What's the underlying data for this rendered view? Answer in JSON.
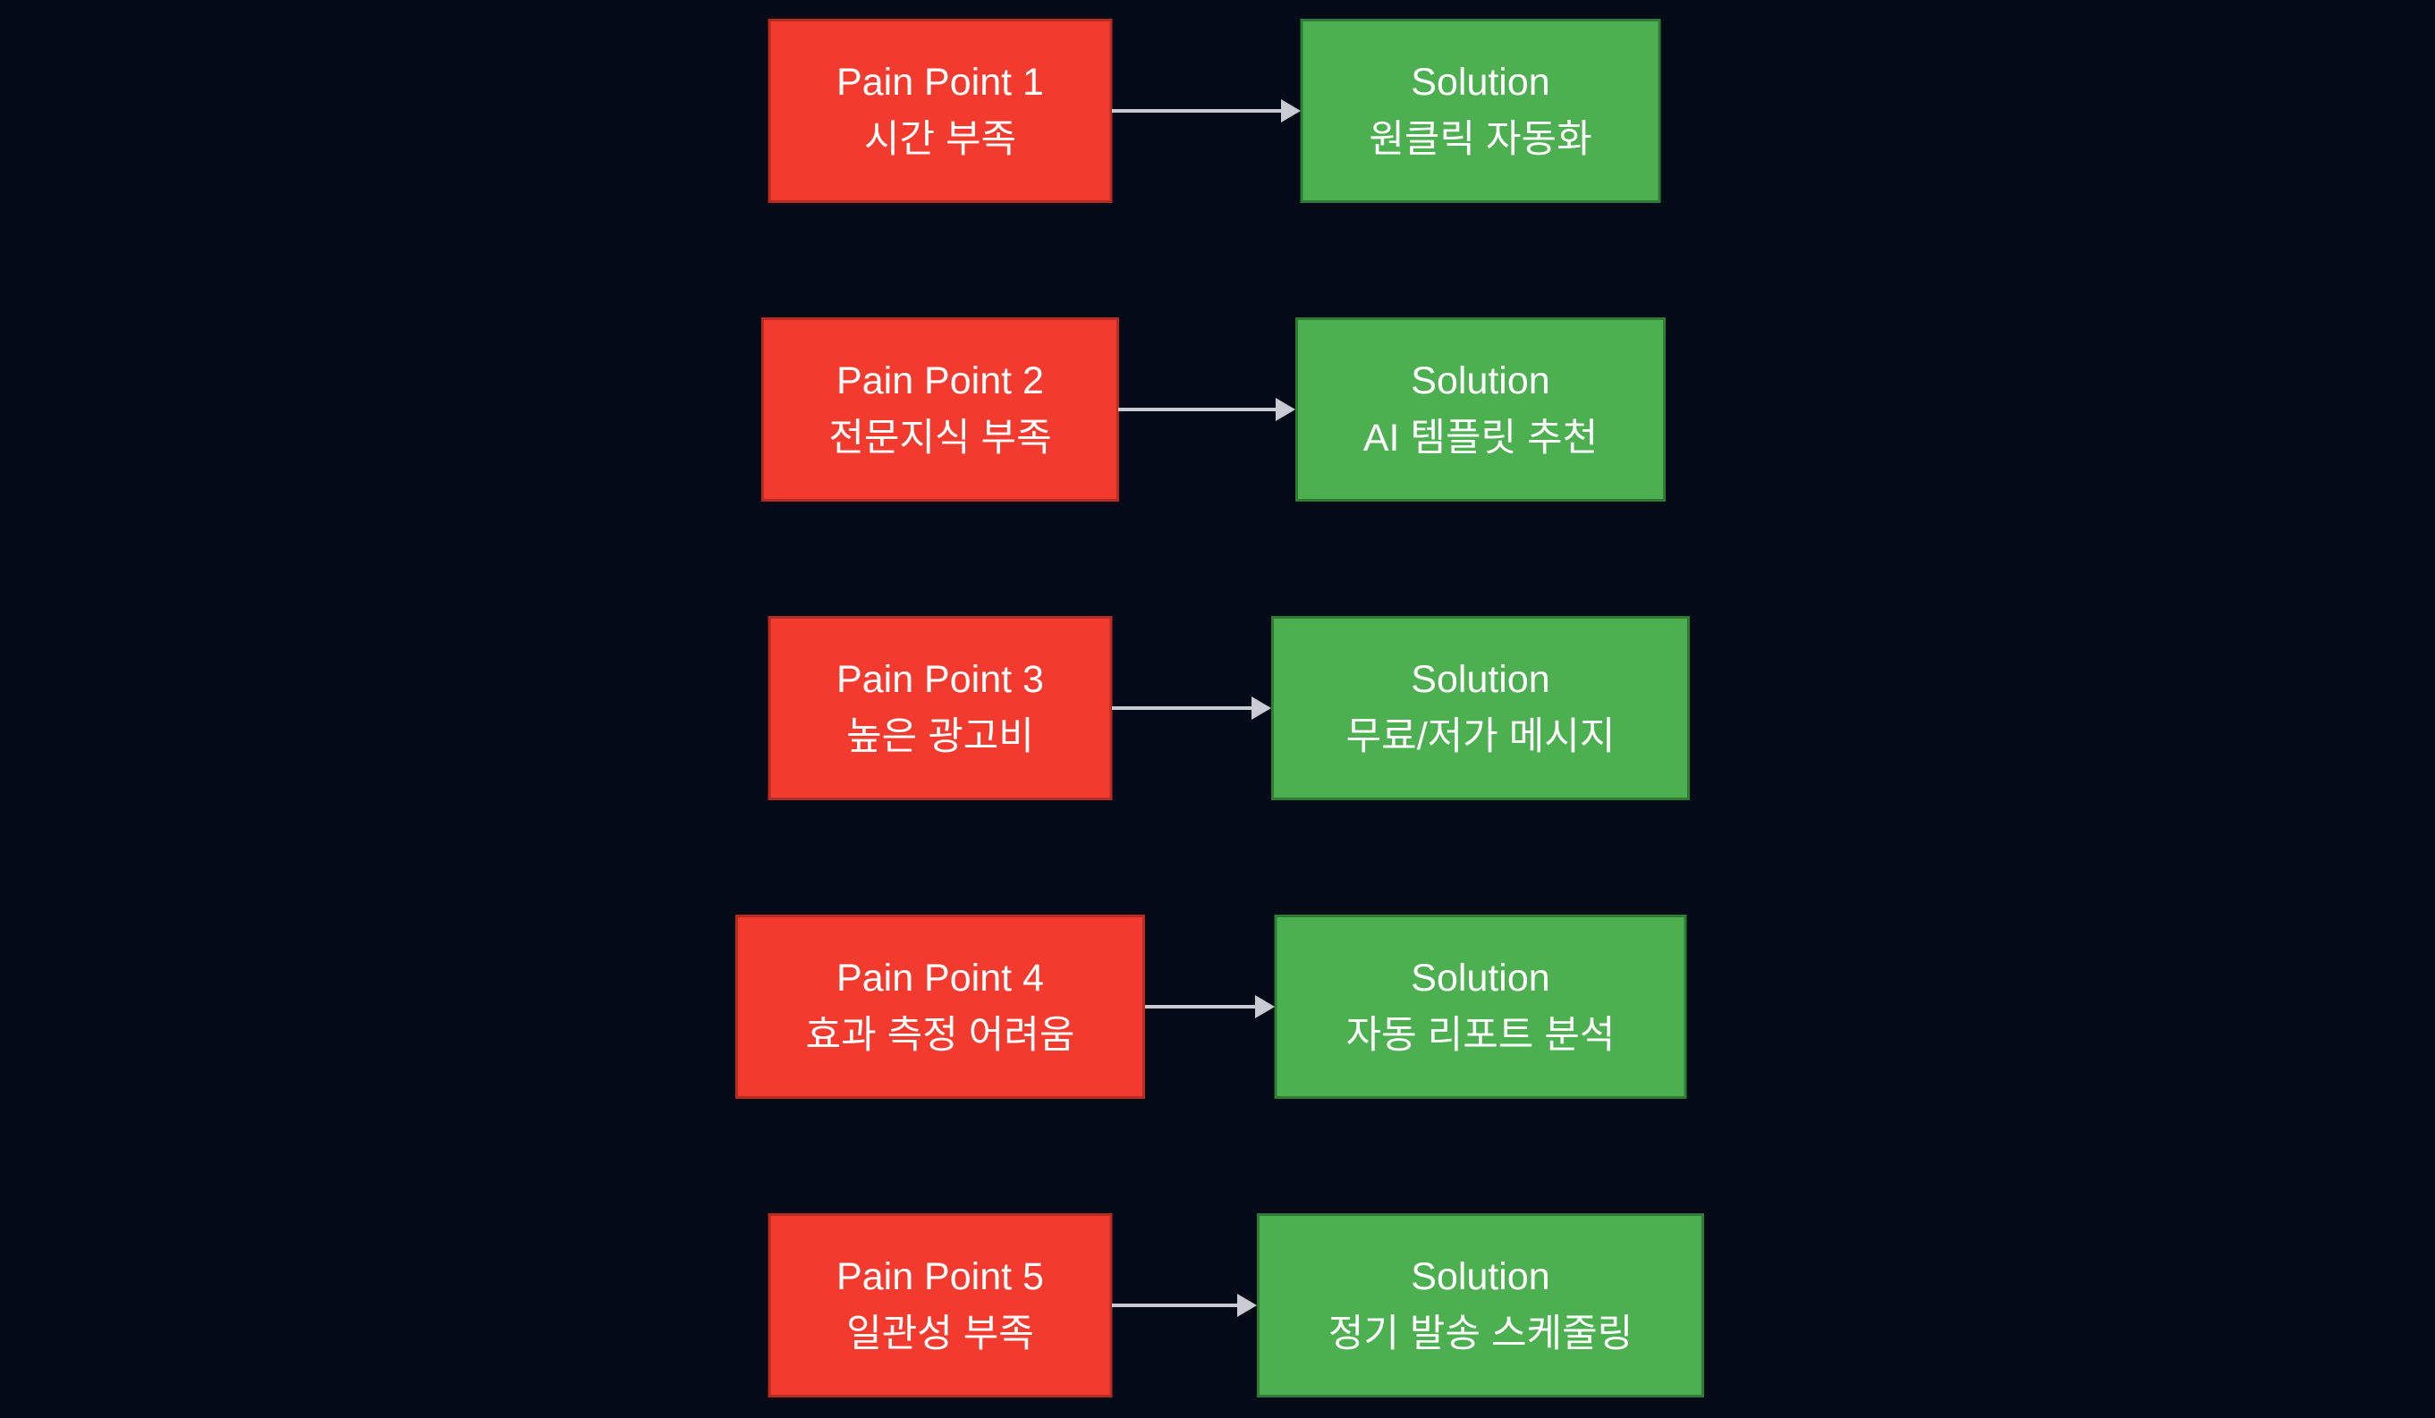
{
  "colors": {
    "page_bg": "#040a17",
    "pain_fill": "#f23b2e",
    "pain_border": "#b92a21",
    "solution_fill": "#4caf50",
    "solution_border": "#2e7d32",
    "arrow_color": "#c8ccd2",
    "text_color": "#ffffff"
  },
  "diagram": {
    "rows": [
      {
        "pain": {
          "title": "Pain Point 1",
          "subtitle": "시간 부족"
        },
        "solution": {
          "title": "Solution",
          "subtitle": "원클릭 자동화"
        }
      },
      {
        "pain": {
          "title": "Pain Point 2",
          "subtitle": "전문지식 부족"
        },
        "solution": {
          "title": "Solution",
          "subtitle": "AI 템플릿 추천"
        }
      },
      {
        "pain": {
          "title": "Pain Point 3",
          "subtitle": "높은 광고비"
        },
        "solution": {
          "title": "Solution",
          "subtitle": "무료/저가 메시지"
        }
      },
      {
        "pain": {
          "title": "Pain Point 4",
          "subtitle": "효과 측정 어려움"
        },
        "solution": {
          "title": "Solution",
          "subtitle": "자동 리포트 분석"
        }
      },
      {
        "pain": {
          "title": "Pain Point 5",
          "subtitle": "일관성 부족"
        },
        "solution": {
          "title": "Solution",
          "subtitle": "정기 발송 스케줄링"
        }
      }
    ]
  }
}
